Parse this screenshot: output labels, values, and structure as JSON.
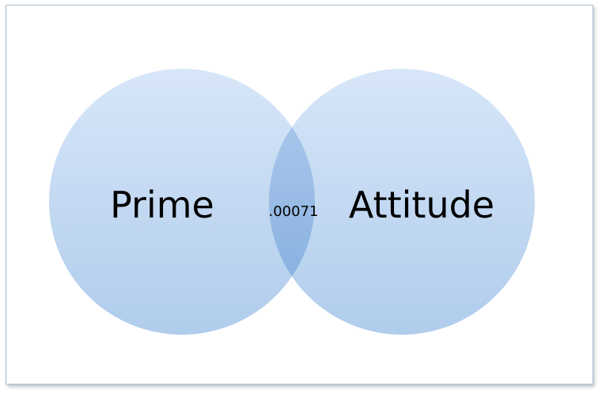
{
  "venn": {
    "left_set": {
      "label": "Prime"
    },
    "right_set": {
      "label": "Attitude"
    },
    "intersection": {
      "label": ".00071"
    },
    "colors": {
      "fill_top": "#d4e4f8",
      "fill_bottom": "#a9c8ea",
      "overlap_top": "#b3cdef",
      "overlap_bottom": "#7faadc",
      "border": "#a9bfd6"
    }
  }
}
